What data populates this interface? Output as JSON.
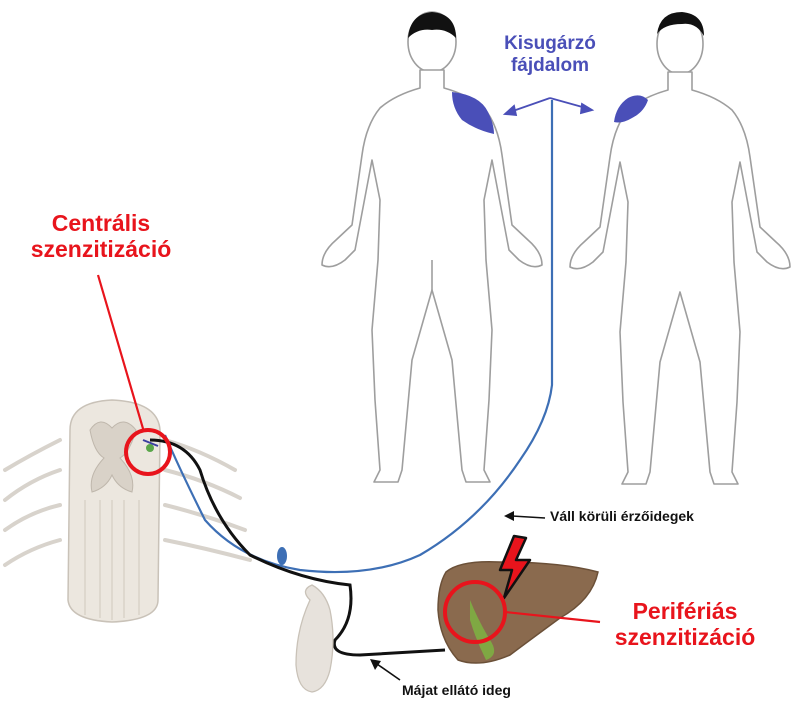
{
  "labels": {
    "central": [
      "Centrális",
      "szenzitizáció"
    ],
    "referred": [
      "Kisugárzó",
      "fájdalom"
    ],
    "peripheral": [
      "Perifériás",
      "szenzitizáció"
    ],
    "shoulder_nerves": "Váll körüli érzőidegek",
    "liver_nerve": "Májat ellátó ideg"
  },
  "colors": {
    "highlight_red": "#e8141c",
    "pain_blue": "#4a4fb8",
    "nerve_black": "#111111",
    "liver_brown": "#8a6a4e",
    "gallbladder_green": "#7cb342"
  },
  "icons": {
    "pain": "lightning-bolt-icon"
  }
}
